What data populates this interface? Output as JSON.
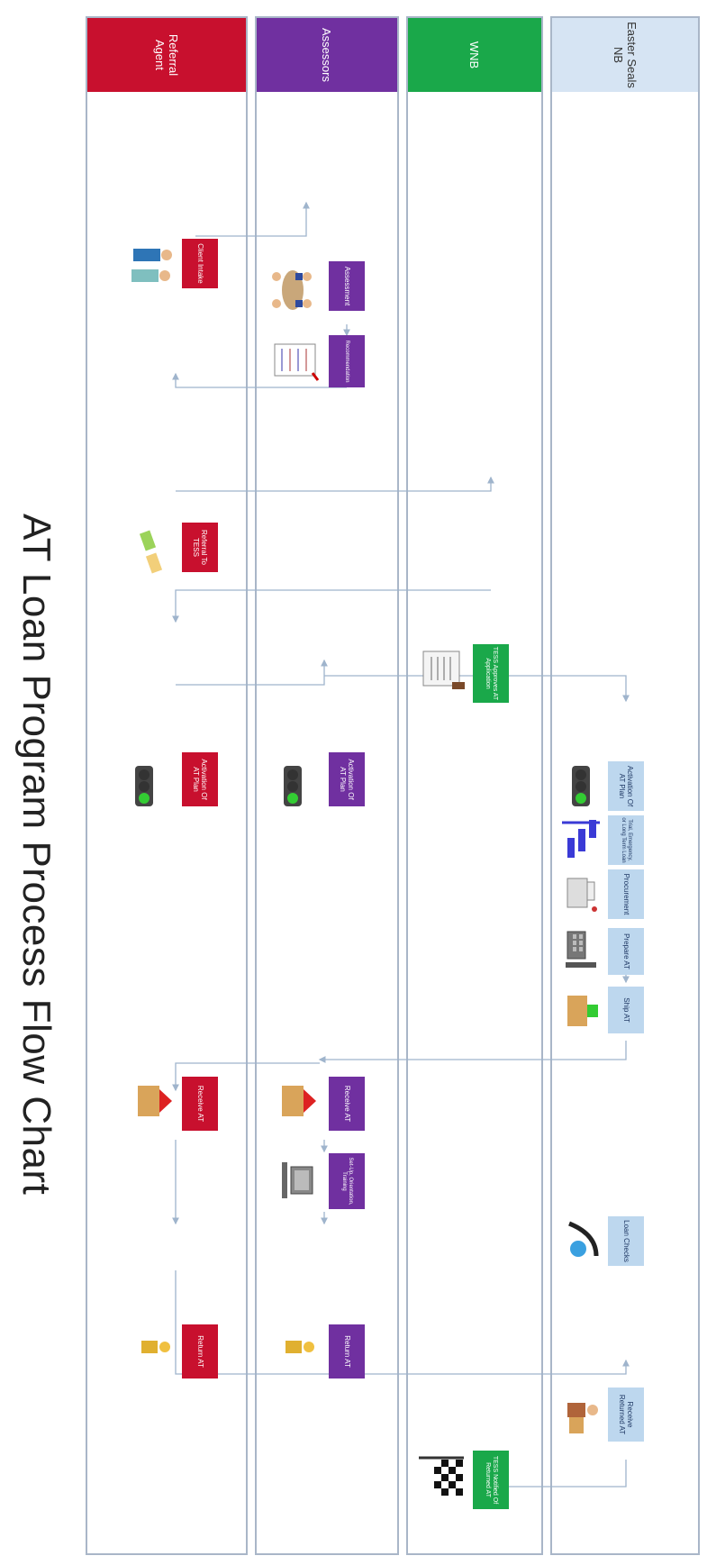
{
  "title": "AT Loan Program Process Flow Chart",
  "colors": {
    "referral": "#c8102e",
    "assessors": "#7030a0",
    "wnb": "#1aa84a",
    "easter_seals": "#bdd7ee",
    "arrow": "#9fb4cc"
  },
  "lanes": [
    {
      "label": "Referral Agent"
    },
    {
      "label": "Assessors"
    },
    {
      "label": "WNB"
    },
    {
      "label": "Easter Seals NB"
    }
  ],
  "steps": {
    "client_intake": "Client Intake",
    "assessment": "Assessment",
    "recommendation": "Recommendation",
    "referral_tess": "Referral To TESS",
    "tess_approves": "TESS Approves AT Application",
    "activation_ra": "Activation Of AT Plan",
    "activation_as": "Activation Of AT Plan",
    "activation_es": "Activation Of AT Plan",
    "trial": "Trial, Emergency, or Long Term Loan",
    "procurement": "Procurement",
    "prepare": "Prepare AT",
    "ship": "Ship AT",
    "receive_ra": "Receive AT",
    "receive_as": "Receive AT",
    "set_up": "Set-Up, Orientation, Training",
    "return_ra": "Return AT",
    "return_as": "Return AT",
    "loan_checks": "Loan Checks",
    "receive_returned": "Receive Returned AT",
    "tess_notified": "TESS Notified Of Returned AT"
  },
  "icons": [
    "people-icon",
    "meeting-icon",
    "clipboard-icon",
    "handshake-icon",
    "document-stamp-icon",
    "traffic-light-icon",
    "gantt-icon",
    "cash-register-icon",
    "tools-keyboard-icon",
    "box-icon",
    "telephone-icon",
    "checkered-flag-icon",
    "delivery-person-icon",
    "computer-icon"
  ]
}
